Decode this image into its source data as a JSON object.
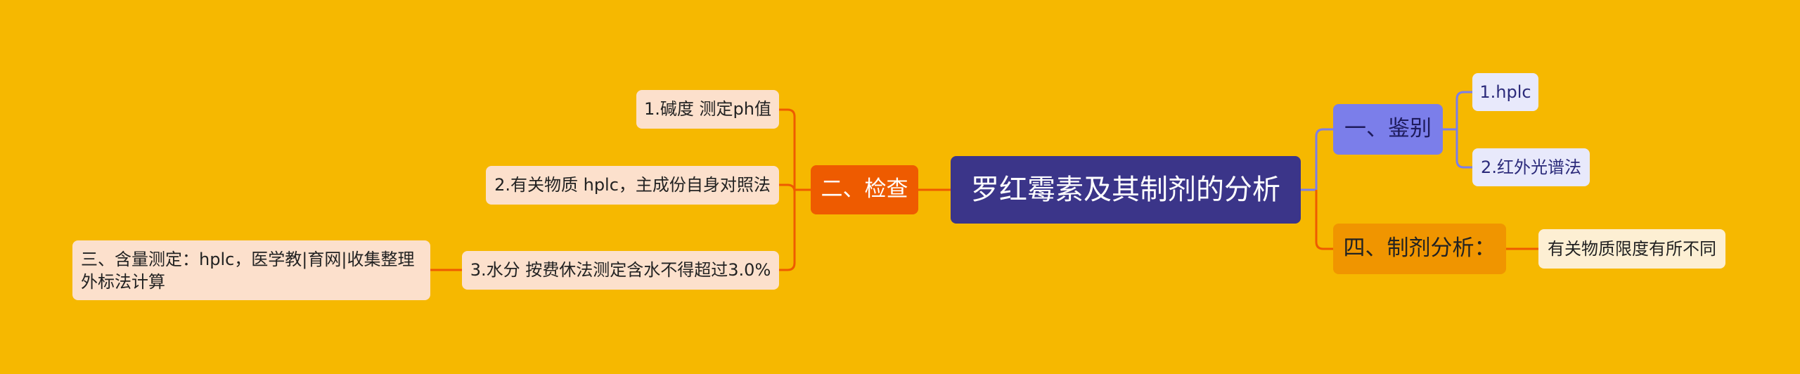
{
  "root": {
    "label": "罗红霉素及其制剂的分析"
  },
  "left": {
    "branch": {
      "label": "二、检查"
    },
    "items": [
      {
        "label": "1.碱度 测定ph值"
      },
      {
        "label": "2.有关物质 hplc，主成份自身对照法"
      },
      {
        "label": "3.水分 按费休法测定含水不得超过3.0%"
      }
    ],
    "sub_item": {
      "label": "三、含量测定：hplc，医学教|育网|收集整理外标法计算"
    }
  },
  "right": {
    "branch1": {
      "label": "一、鉴别",
      "items": [
        {
          "label": "1.hplc"
        },
        {
          "label": "2.红外光谱法"
        }
      ]
    },
    "branch2": {
      "label": "四、制剂分析：",
      "items": [
        {
          "label": "有关物质限度有所不同"
        }
      ]
    }
  },
  "colors": {
    "background": "#F6B800",
    "root": "#3B3589",
    "left_branch": "#EE5B00",
    "right_branch1": "#7B7EEA",
    "right_branch2": "#F09500",
    "left_link": "#EE5B00",
    "right_link1": "#7B7EEA",
    "right_link2": "#EE5B00"
  }
}
